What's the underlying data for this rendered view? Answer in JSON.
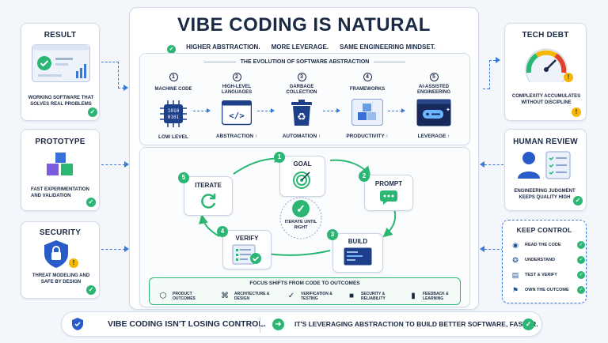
{
  "header": {
    "title": "VIBE CODING IS NATURAL",
    "points": [
      "HIGHER ABSTRACTION.",
      "MORE LEVERAGE.",
      "SAME ENGINEERING MINDSET."
    ]
  },
  "left_cards": [
    {
      "title": "RESULT",
      "desc": "WORKING SOFTWARE THAT SOLVES REAL PROBLEMS"
    },
    {
      "title": "PROTOTYPE",
      "desc": "FAST EXPERIMENTATION AND VALIDATION"
    },
    {
      "title": "SECURITY",
      "desc": "THREAT MODELING AND SAFE BY DESIGN"
    }
  ],
  "right_cards": [
    {
      "title": "TECH DEBT",
      "desc": "COMPLEXITY ACCUMULATES WITHOUT DISCIPLINE"
    },
    {
      "title": "HUMAN REVIEW",
      "desc": "ENGINEERING JUDGMENT KEEPS QUALITY HIGH"
    }
  ],
  "keep_control": {
    "title": "KEEP CONTROL",
    "items": [
      "READ THE CODE",
      "UNDERSTAND",
      "TEST & VERIFY",
      "OWN THE OUTCOME"
    ]
  },
  "evolution": {
    "title": "THE EVOLUTION OF SOFTWARE ABSTRACTION",
    "stages": [
      {
        "num": "1",
        "label": "MACHINE CODE",
        "caption": "LOW LEVEL",
        "icon": "chip-icon",
        "code": "1010\n0101"
      },
      {
        "num": "2",
        "label": "HIGH-LEVEL LANGUAGES",
        "caption": "ABSTRACTION ↑",
        "icon": "code-window-icon",
        "code": "</>"
      },
      {
        "num": "3",
        "label": "GARBAGE COLLECTION",
        "caption": "AUTOMATION ↑",
        "icon": "recycle-bin-icon",
        "code": "♻"
      },
      {
        "num": "4",
        "label": "FRAMEWORKS",
        "caption": "PRODUCTIVITY ↑",
        "icon": "cubes-icon",
        "code": ""
      },
      {
        "num": "5",
        "label": "AI-ASSISTED ENGINEERING",
        "caption": "LEVERAGE ↑",
        "icon": "ai-window-icon",
        "code": ""
      }
    ]
  },
  "cycle": {
    "center": "ITERATE UNTIL RIGHT",
    "nodes": [
      {
        "num": "1",
        "label": "GOAL"
      },
      {
        "num": "2",
        "label": "PROMPT"
      },
      {
        "num": "3",
        "label": "BUILD"
      },
      {
        "num": "4",
        "label": "VERIFY"
      },
      {
        "num": "5",
        "label": "ITERATE"
      }
    ],
    "focus_title": "FOCUS SHIFTS FROM CODE TO OUTCOMES",
    "focus_items": [
      "PRODUCT OUTCOMES",
      "ARCHITECTURE & DESIGN",
      "VERIFICATION & TESTING",
      "SECURITY & RELIABILITY",
      "FEEDBACK & LEARNING"
    ]
  },
  "bottom": {
    "left": "VIBE CODING ISN'T LOSING CONTROL.",
    "right": "IT'S LEVERAGING ABSTRACTION TO BUILD BETTER SOFTWARE, FASTER."
  },
  "colors": {
    "accent": "#2bb673",
    "primary": "#1b2a44",
    "link": "#3a78d6"
  }
}
